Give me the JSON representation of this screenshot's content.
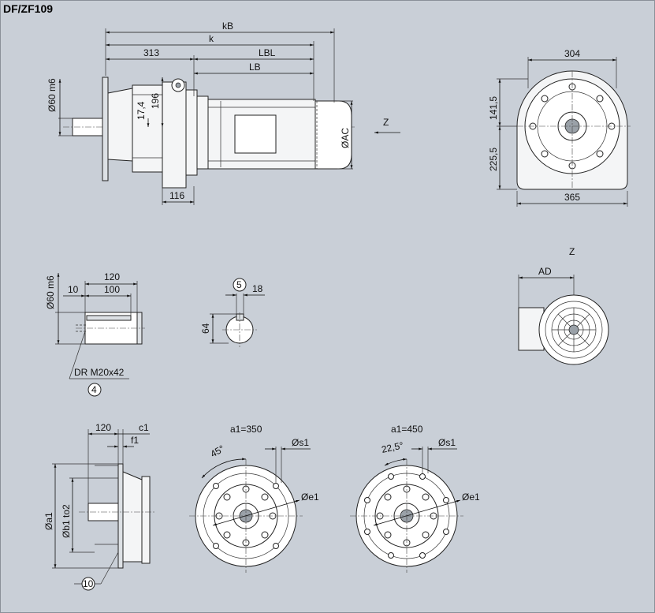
{
  "title": "DF/ZF109",
  "side_view": {
    "dims": {
      "kB": "kB",
      "k": "k",
      "d313": "313",
      "LBL": "LBL",
      "LB": "LB",
      "shaft": "Ø60 m6",
      "d196": "196",
      "d17_4": "17,4",
      "d116": "116",
      "AC": "ØAC"
    },
    "view_arrow": "Z"
  },
  "front_view": {
    "dims": {
      "w304": "304",
      "w365": "365",
      "h141_5": "141,5",
      "h225_5": "225,5"
    }
  },
  "shaft_detail": {
    "dims": {
      "shaft": "Ø60 m6",
      "d120": "120",
      "d10": "10",
      "d100": "100",
      "thread": "DR M20x42",
      "callout": "4"
    }
  },
  "key_detail": {
    "dims": {
      "callout": "5",
      "d18": "18",
      "d64": "64"
    }
  },
  "z_view": {
    "label": "Z",
    "dims": {
      "AD": "AD"
    }
  },
  "flange_detail": {
    "dims": {
      "d120": "120",
      "c1": "c1",
      "f1": "f1",
      "a1": "Øa1",
      "b1": "Øb1 to2",
      "callout": "10"
    }
  },
  "flange_350": {
    "label": "a1=350",
    "angle": "45°",
    "s1": "Øs1",
    "e1": "Øe1"
  },
  "flange_450": {
    "label": "a1=450",
    "angle": "22,5°",
    "s1": "Øs1",
    "e1": "Øe1"
  }
}
